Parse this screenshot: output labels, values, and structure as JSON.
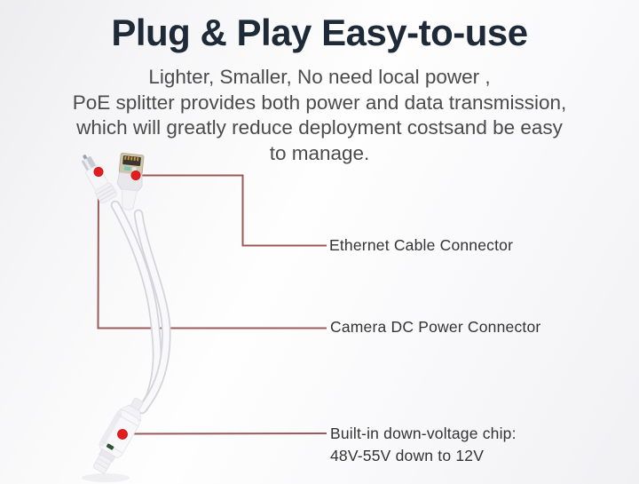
{
  "header": {
    "title": "Plug & Play Easy-to-use",
    "subtitle_lines": [
      "Lighter, Smaller, No need local power ,",
      "PoE splitter provides both power and data transmission,",
      "which will greatly reduce deployment costsand be easy",
      "to manage."
    ]
  },
  "annotations": [
    {
      "id": "ethernet",
      "label": "Ethernet Cable Connector"
    },
    {
      "id": "camera-dc",
      "label": "Camera DC Power Connector"
    },
    {
      "id": "chip",
      "label_line1": "Built-in down-voltage chip:",
      "label_line2": "48V-55V down to 12V"
    }
  ],
  "theme": {
    "title_color": "#1f2a38",
    "subtitle_color": "#4b4b4b",
    "label_color": "#333333",
    "annotation_line_color": "#9b5a5a",
    "marker_dot_color": "#e11d1d",
    "cable_color": "#f9f9fb",
    "cable_edge_color": "#d4d4d9"
  }
}
